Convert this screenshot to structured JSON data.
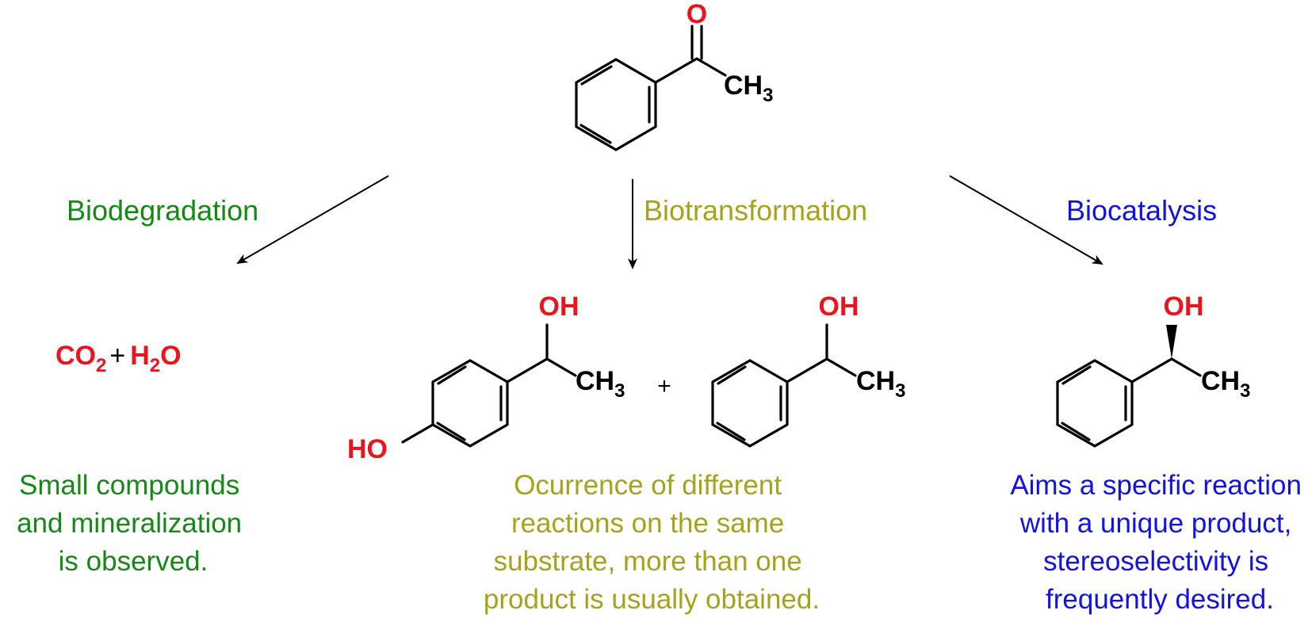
{
  "colors": {
    "green": "#138a13",
    "olive": "#a6a318",
    "blue": "#1212e6",
    "red": "#e8141e",
    "black": "#000000"
  },
  "substrate": {
    "carbonyl_o": "O",
    "methyl": "CH",
    "methyl_sub": "3"
  },
  "branches": {
    "biodegradation": {
      "label": "Biodegradation",
      "product": {
        "co": "CO",
        "co_sub": "2",
        "plus": "+",
        "h": "H",
        "h_sub": "2",
        "o": "O"
      },
      "description": [
        "Small compounds",
        "and mineralization",
        "is observed."
      ]
    },
    "biotransformation": {
      "label": "Biotransformation",
      "product1": {
        "oh": "OH",
        "methyl": "CH",
        "methyl_sub": "3",
        "ho": "HO"
      },
      "plus": "+",
      "product2": {
        "oh": "OH",
        "methyl": "CH",
        "methyl_sub": "3"
      },
      "description": [
        "Ocurrence of different",
        "reactions on the same",
        "substrate, more than one",
        "product is usually obtained."
      ]
    },
    "biocatalysis": {
      "label": "Biocatalysis",
      "product": {
        "oh": "OH",
        "methyl": "CH",
        "methyl_sub": "3"
      },
      "description": [
        "Aims a specific reaction",
        "with a unique product,",
        "stereoselectivity is",
        "frequently desired."
      ]
    }
  }
}
